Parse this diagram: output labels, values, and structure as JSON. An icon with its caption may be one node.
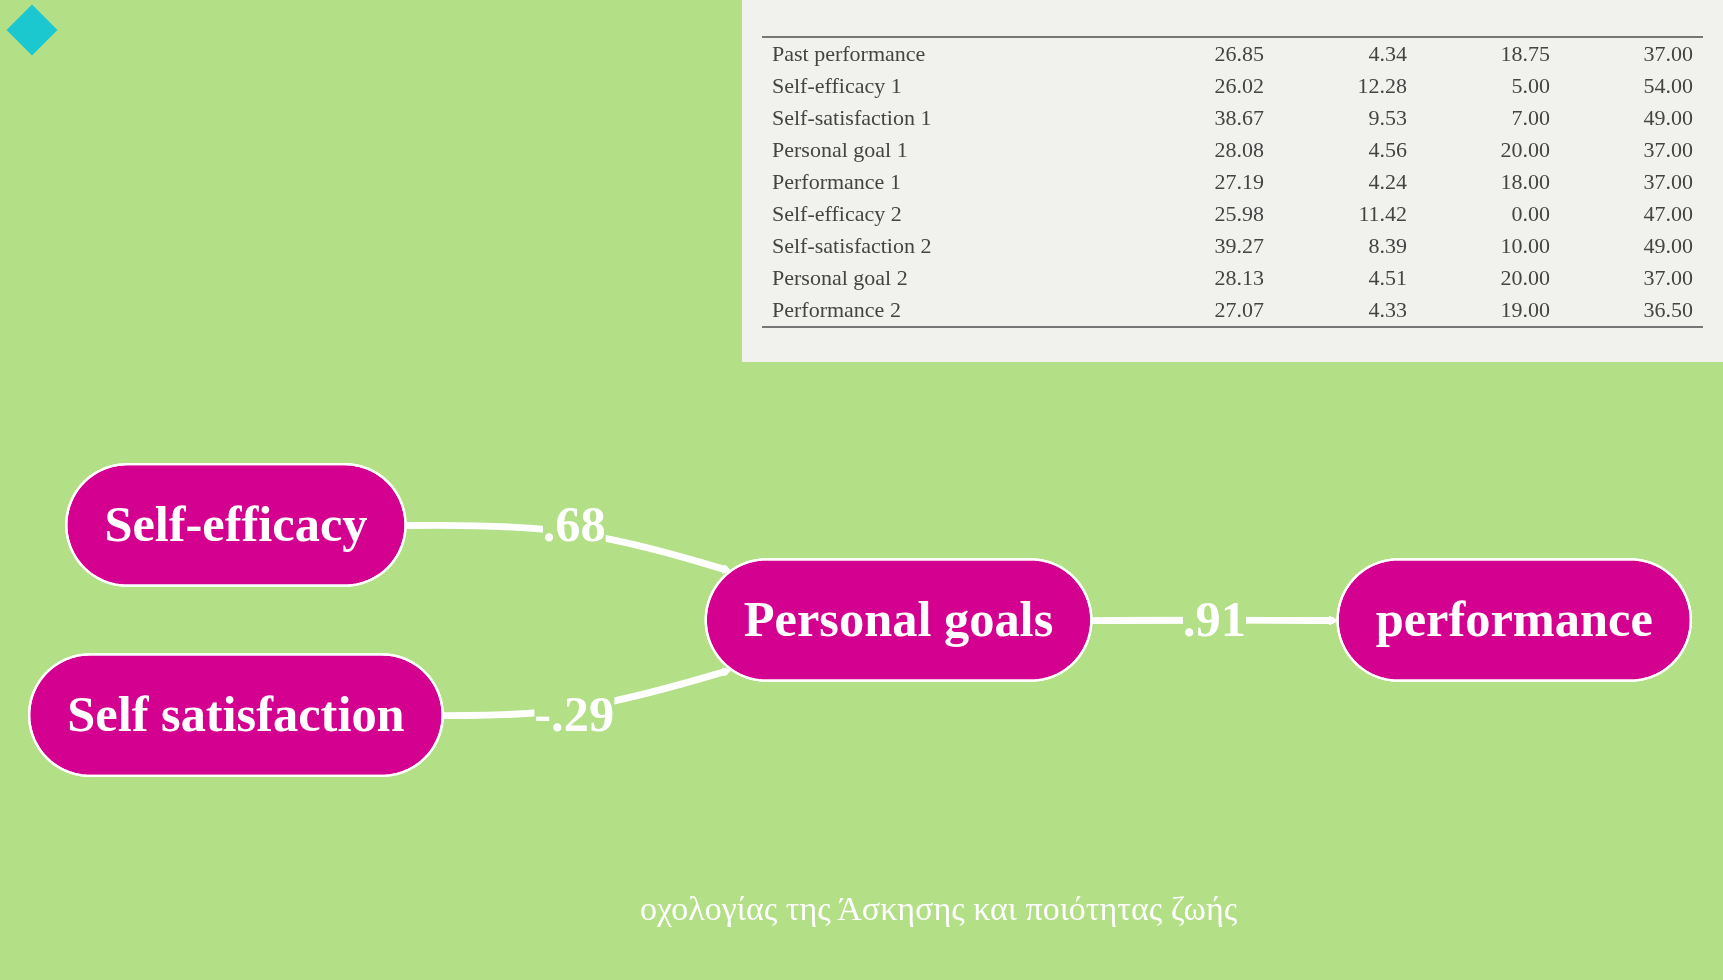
{
  "diagram": {
    "nodes": [
      {
        "text": [
          "Self-efficacy"
        ]
      },
      {
        "text": [
          "Personal goals"
        ]
      },
      {
        "text": [
          "performance"
        ]
      },
      {
        "text": [
          "Self satisfaction"
        ]
      }
    ],
    "edges": [
      {
        "from": 0,
        "to": 1,
        "arrow": "to",
        "label": ".68"
      },
      {
        "from": 1,
        "to": 2,
        "arrow": "to",
        "label": ".91"
      },
      {
        "from": 3,
        "to": 1,
        "arrow": "to",
        "label": "-.29"
      }
    ],
    "labels": [
      "Past performance",
      "26.85",
      "4.34",
      "18.75",
      "37.00",
      "Self-efficacy 1",
      "26.02",
      "12.28",
      "5.00",
      "54.00",
      "Self-satisfaction 1",
      "38.67",
      "9.53",
      "7.00",
      "49.00",
      "Personal goal 1",
      "28.08",
      "4.56",
      "20.00",
      "37.00",
      "Performance 1",
      "27.19",
      "4.24",
      "18.00",
      "37.00",
      "Self-efficacy 2",
      "25.98",
      "11.42",
      "0.00",
      "47.00",
      "Self-satisfaction 2",
      "39.27",
      "8.39",
      "10.00",
      "49.00",
      "Personal goal 2",
      "28.13",
      "4.51",
      "20.00",
      "37.00",
      "Performance 2",
      "27.07",
      "4.33",
      "19.00",
      "36.50",
      "οχολογίας της Άσκησης και ποιότητας ζωής"
    ]
  }
}
